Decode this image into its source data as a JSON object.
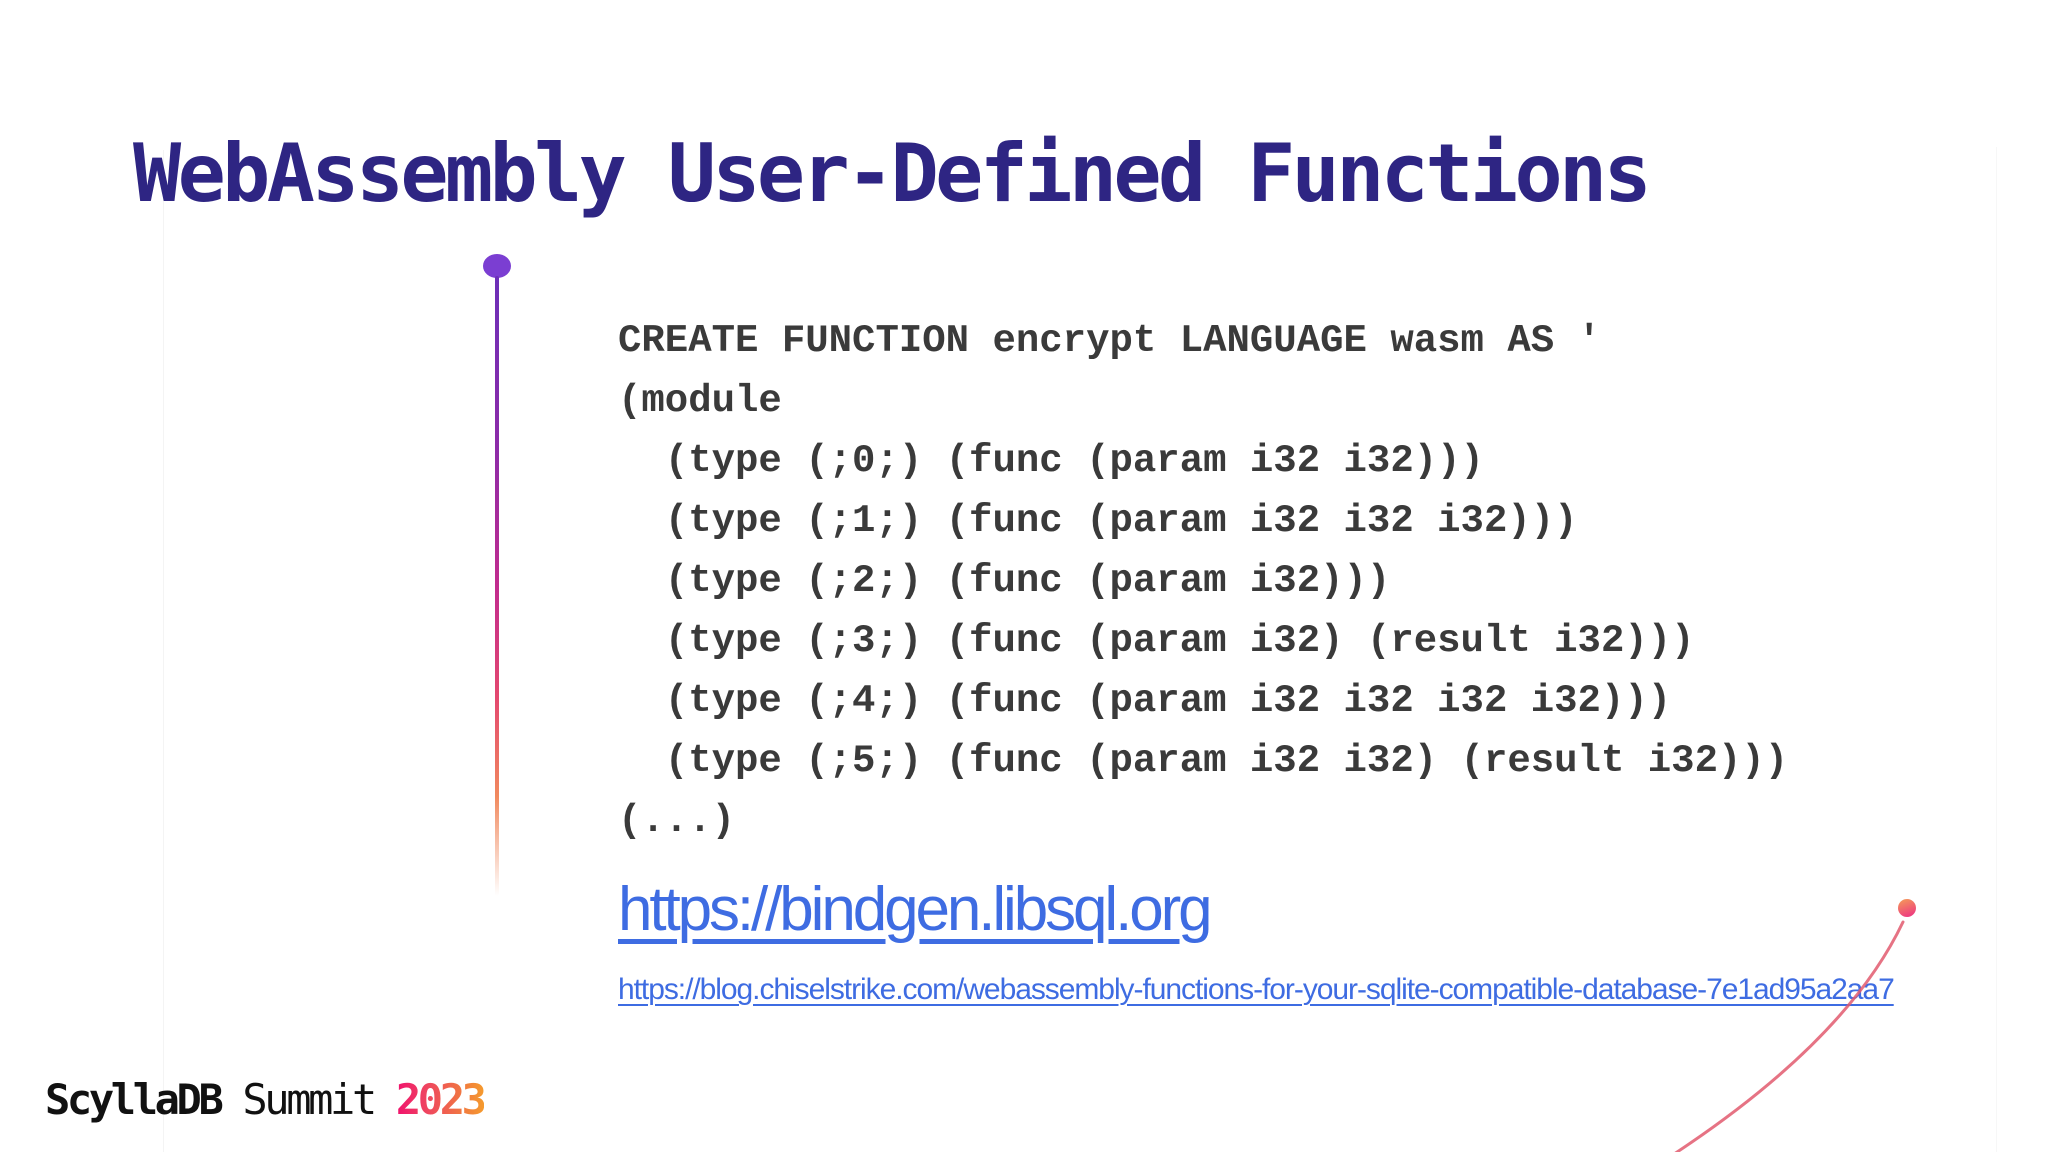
{
  "slide": {
    "title": "WebAssembly User-Defined Functions",
    "code": {
      "lines": [
        "CREATE FUNCTION encrypt LANGUAGE wasm AS '",
        "(module",
        "  (type (;0;) (func (param i32 i32)))",
        "  (type (;1;) (func (param i32 i32 i32)))",
        "  (type (;2;) (func (param i32)))",
        "  (type (;3;) (func (param i32) (result i32)))",
        "  (type (;4;) (func (param i32 i32 i32 i32)))",
        "  (type (;5;) (func (param i32 i32) (result i32)))",
        "(...)"
      ]
    },
    "links": {
      "primary": {
        "label": "https://bindgen.libsql.org"
      },
      "secondary": {
        "label": "https://blog.chiselstrike.com/webassembly-functions-for-your-sqlite-compatible-database-7e1ad95a2aa7"
      }
    },
    "footer": {
      "brand": "ScyllaDB",
      "event": " Summit ",
      "year": "2023"
    },
    "colors": {
      "title_indigo": "#2e2583",
      "code_text": "#3a3a3a",
      "link_blue": "#3e6ce2",
      "timeline_dot_purple": "#7b3ed2",
      "timeline_gradient_top": "#6c2fb8",
      "timeline_gradient_mid": "#c12b8e",
      "timeline_gradient_bottom": "#f6b278",
      "accent_dot_pink": "#ee3f7e",
      "accent_dot_orange": "#f4925c",
      "accent_curve_pink": "#e25b6e",
      "brand_black": "#111111",
      "year_gradient_start": "#f0116d",
      "year_gradient_end": "#f59b2d"
    }
  }
}
